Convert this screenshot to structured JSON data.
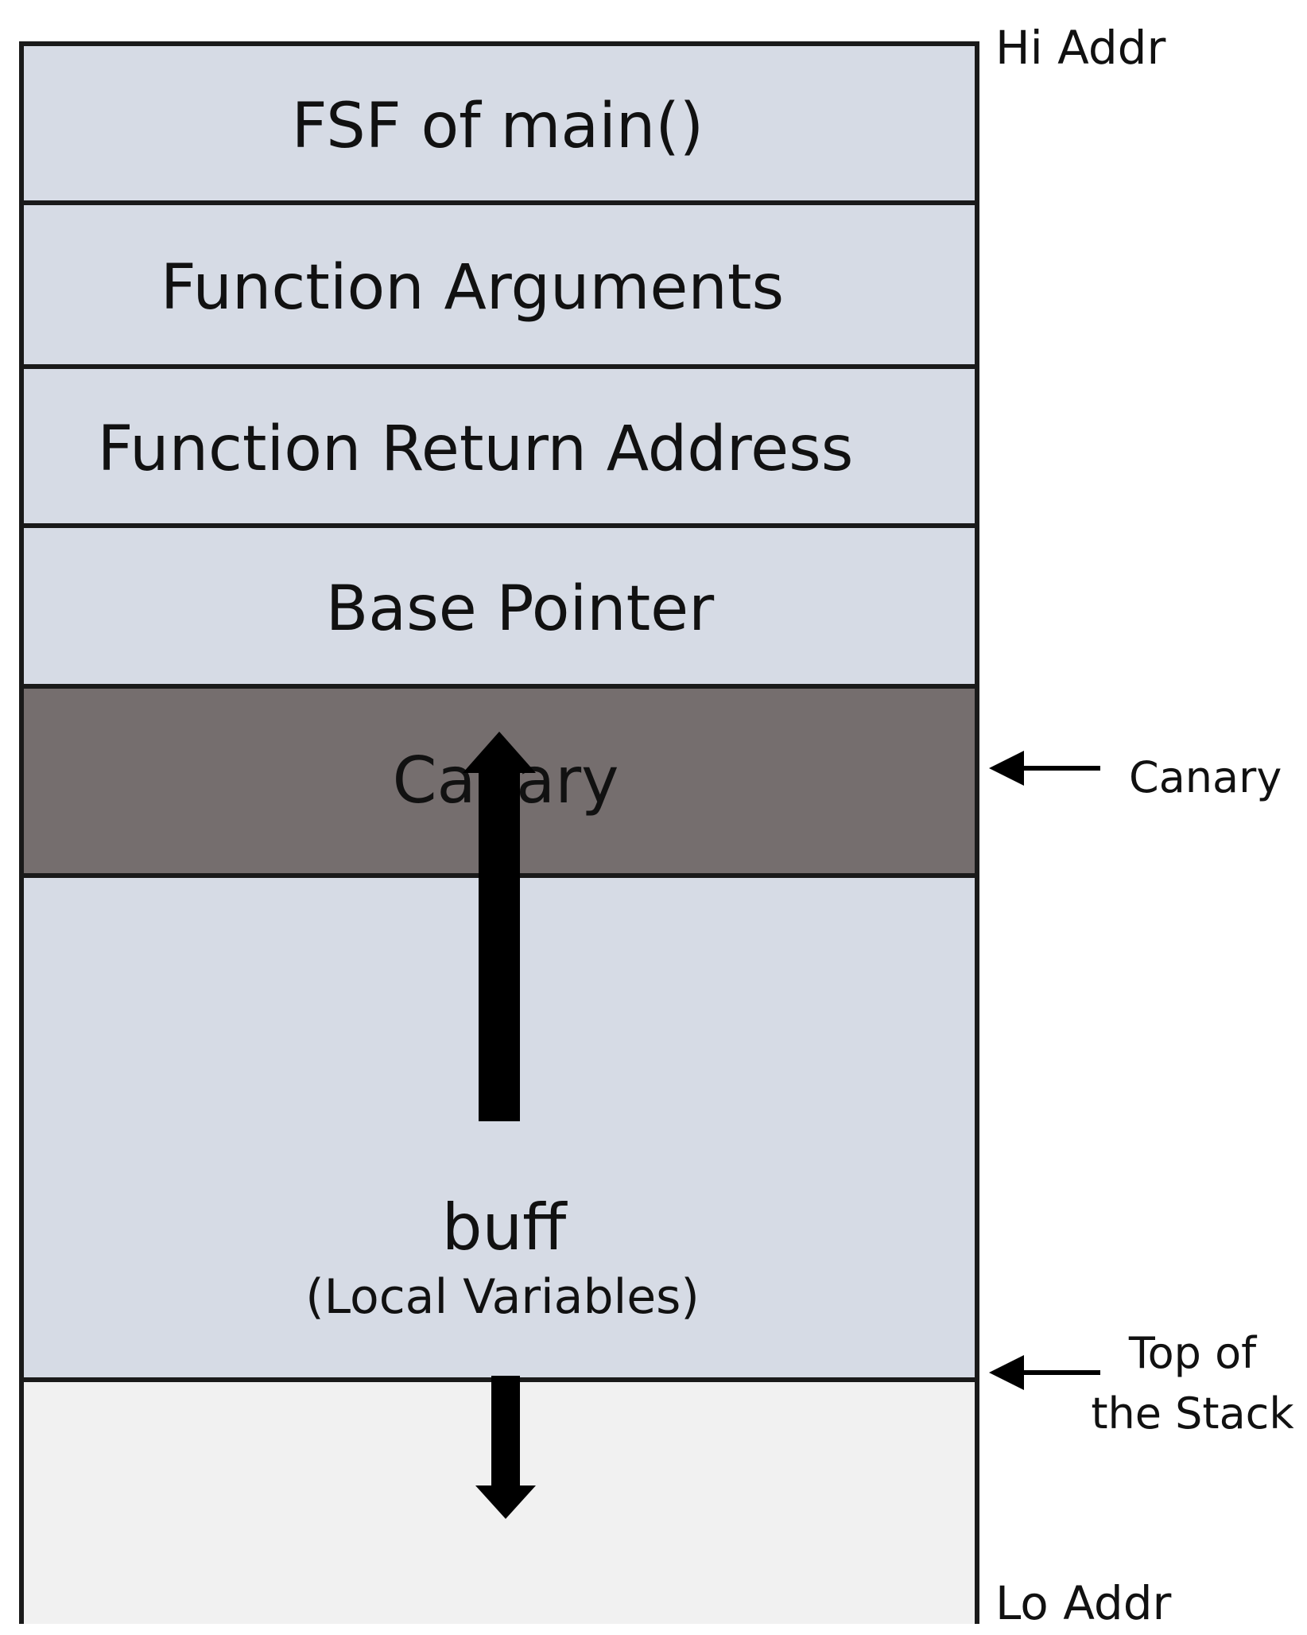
{
  "memory_labels": {
    "high": "Hi Addr",
    "low": "Lo Addr"
  },
  "stack_blocks": {
    "fsf": "FSF of main()",
    "arguments": "Function Arguments",
    "return_address": "Function Return Address",
    "base_pointer": "Base Pointer",
    "canary": "Canary",
    "buffer": "buff",
    "buffer_note": "(Local Variables)"
  },
  "pointers": {
    "canary": "Canary",
    "top_of_stack": "Top of the Stack"
  },
  "colors": {
    "frame_fill": "#d6dbe5",
    "canary_fill": "#756e6e",
    "free_fill": "#f1f1f1",
    "line": "#1a1a1a"
  }
}
